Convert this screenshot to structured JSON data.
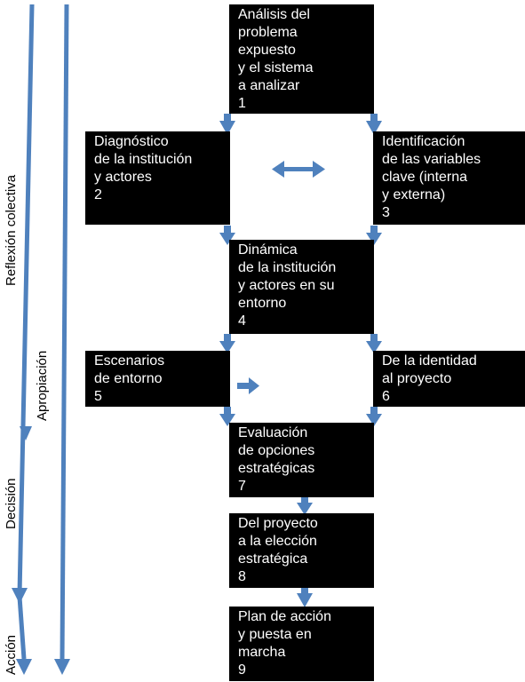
{
  "colors": {
    "arrow": "#4F81BD",
    "box": "#000000",
    "box_text": "#FFFFFF"
  },
  "boxes": [
    {
      "text": "Análisis del\nproblema\nexpuesto\ny el sistema\na analizar\n1"
    },
    {
      "text": "Diagnóstico\nde la institución\ny actores\n2"
    },
    {
      "text": "Identificación\nde las variables\nclave (interna\ny externa)\n3"
    },
    {
      "text": "Dinámica\nde la institución\ny actores en su\nentorno\n4"
    },
    {
      "text": "Escenarios\nde entorno\n5"
    },
    {
      "text": "De la identidad\nal proyecto\n6"
    },
    {
      "text": "Evaluación\nde opciones\nestratégicas\n7"
    },
    {
      "text": "Del proyecto\na la elección\nestratégica\n8"
    },
    {
      "text": "Plan de acción\ny puesta en\nmarcha\n9"
    }
  ],
  "side_labels": {
    "reflexion": "Reflexión colectiva",
    "decision": "Decisión",
    "accion": "Acción",
    "apropiacion": "Apropiación"
  }
}
